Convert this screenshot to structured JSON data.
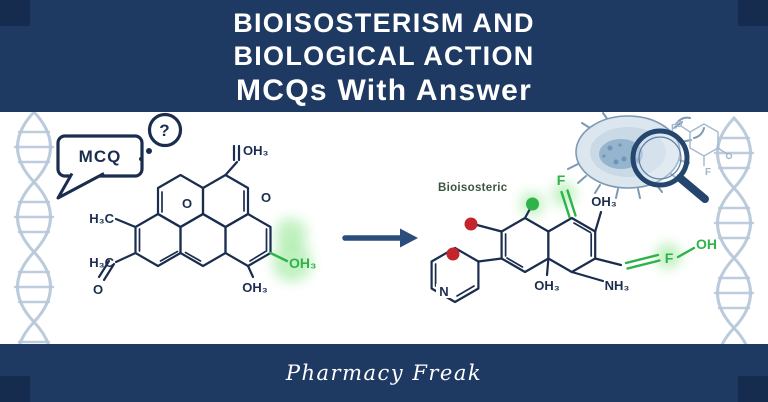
{
  "theme": {
    "navy": "#1e3a63",
    "navy_dark": "#152c4e",
    "panel": "#ffffff",
    "line": "#1b2d4f",
    "green": "#2eb24a",
    "green_glow": "#86e386",
    "red": "#c4242b",
    "arrow": "#2a4d7c",
    "dna": "#b7c8da",
    "sketch": "#a3b8cc",
    "microbe_stroke": "#7c99b5",
    "microbe_fill": "#dce6ef",
    "magnifier": "#24456e",
    "caption_green": "#3a5540",
    "text_light": "#ffffff"
  },
  "header": {
    "line1": "BIOISOSTERISM AND",
    "line2": "BIOLOGICAL ACTION",
    "line3": "MCQs With Answer"
  },
  "bubble": {
    "mcq": "MCQ",
    "question": "?"
  },
  "left_molecule": {
    "acetyl": "OH₃",
    "ring_o_left": "O",
    "ring_o_right": "O",
    "methyl_upper": "H₃C",
    "methyl_lower": "H₃C",
    "carbonyl_o": "O",
    "hydroxy_bottom": "OH₃",
    "hydroxy_green": "OH₃"
  },
  "right_molecule": {
    "caption": "Bioisosteric",
    "fluoro_top": "F",
    "hydroxy_top": "OH₃",
    "fluoro_side": "F",
    "hydroxy_side": "OH",
    "hydroxy_bottom": "OH₃",
    "amino": "NH₃",
    "aza_n": "N"
  },
  "corner_sketch": {
    "f1": "F",
    "f2": "F"
  },
  "footer": {
    "brand": "Pharmacy Freak"
  }
}
